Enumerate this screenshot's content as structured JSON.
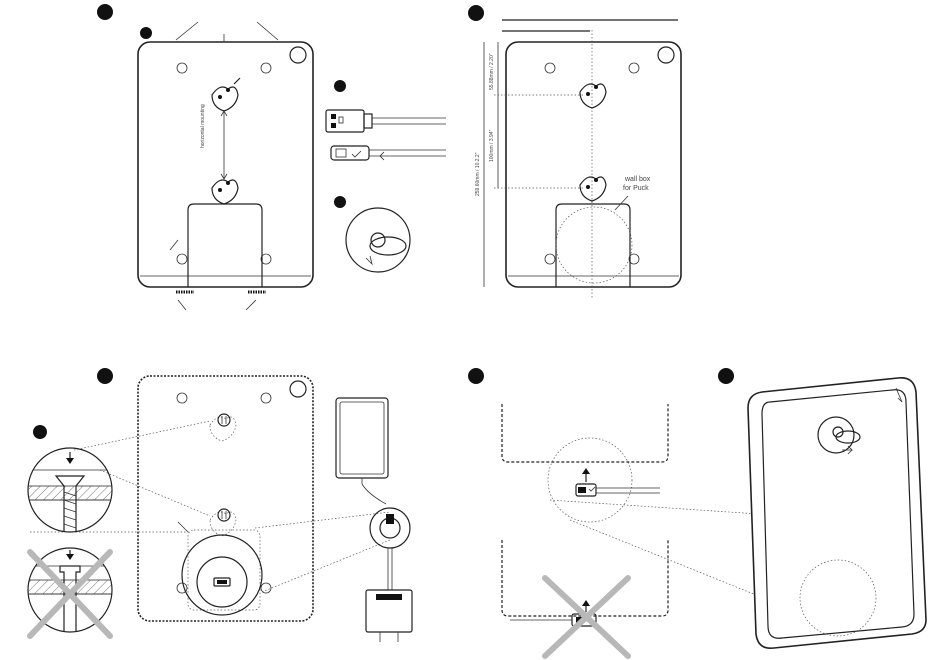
{
  "figure": {
    "step_markers": [
      "",
      "",
      "",
      "",
      ""
    ],
    "labels": {
      "horizontal_mounting": "horizontal mounting",
      "dim_top": "55.88mm / 2.20\"",
      "dim_mid": "100mm / 3.94\"",
      "dim_total": "259.60mm / 10.2.2\"",
      "wall_box_line1": "wall box",
      "wall_box_line2": "for Puck"
    }
  }
}
